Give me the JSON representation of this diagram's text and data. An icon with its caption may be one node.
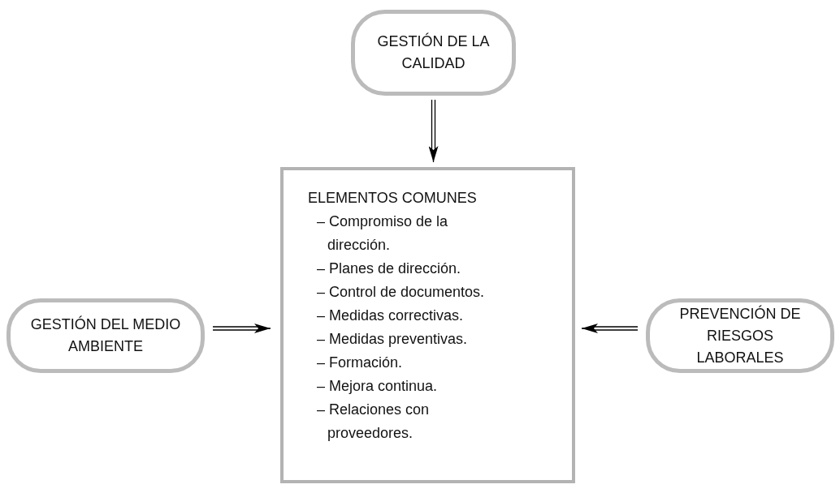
{
  "diagram": {
    "nodes": [
      {
        "text": [
          "GESTIÓN DE LA CALIDAD"
        ]
      },
      {
        "text": [
          "ELEMENTOS COMUNES",
          "– Compromiso de la dirección.",
          "– Planes de dirección.",
          "– Control de documentos.",
          "– Medidas correctivas.",
          "– Medidas preventivas.",
          "– Formación.",
          "– Mejora continua.",
          "– Relaciones con proveedores."
        ]
      },
      {
        "text": [
          "GESTIÓN DEL MEDIO AMBIENTE"
        ]
      },
      {
        "text": [
          "PREVENCIÓN DE RIESGOS LABORALES"
        ]
      }
    ],
    "edges": [
      {
        "from": 0,
        "to": 1,
        "arrow": "to"
      },
      {
        "from": 2,
        "to": 1,
        "arrow": "to"
      },
      {
        "from": 3,
        "to": 1,
        "arrow": "to"
      }
    ]
  }
}
